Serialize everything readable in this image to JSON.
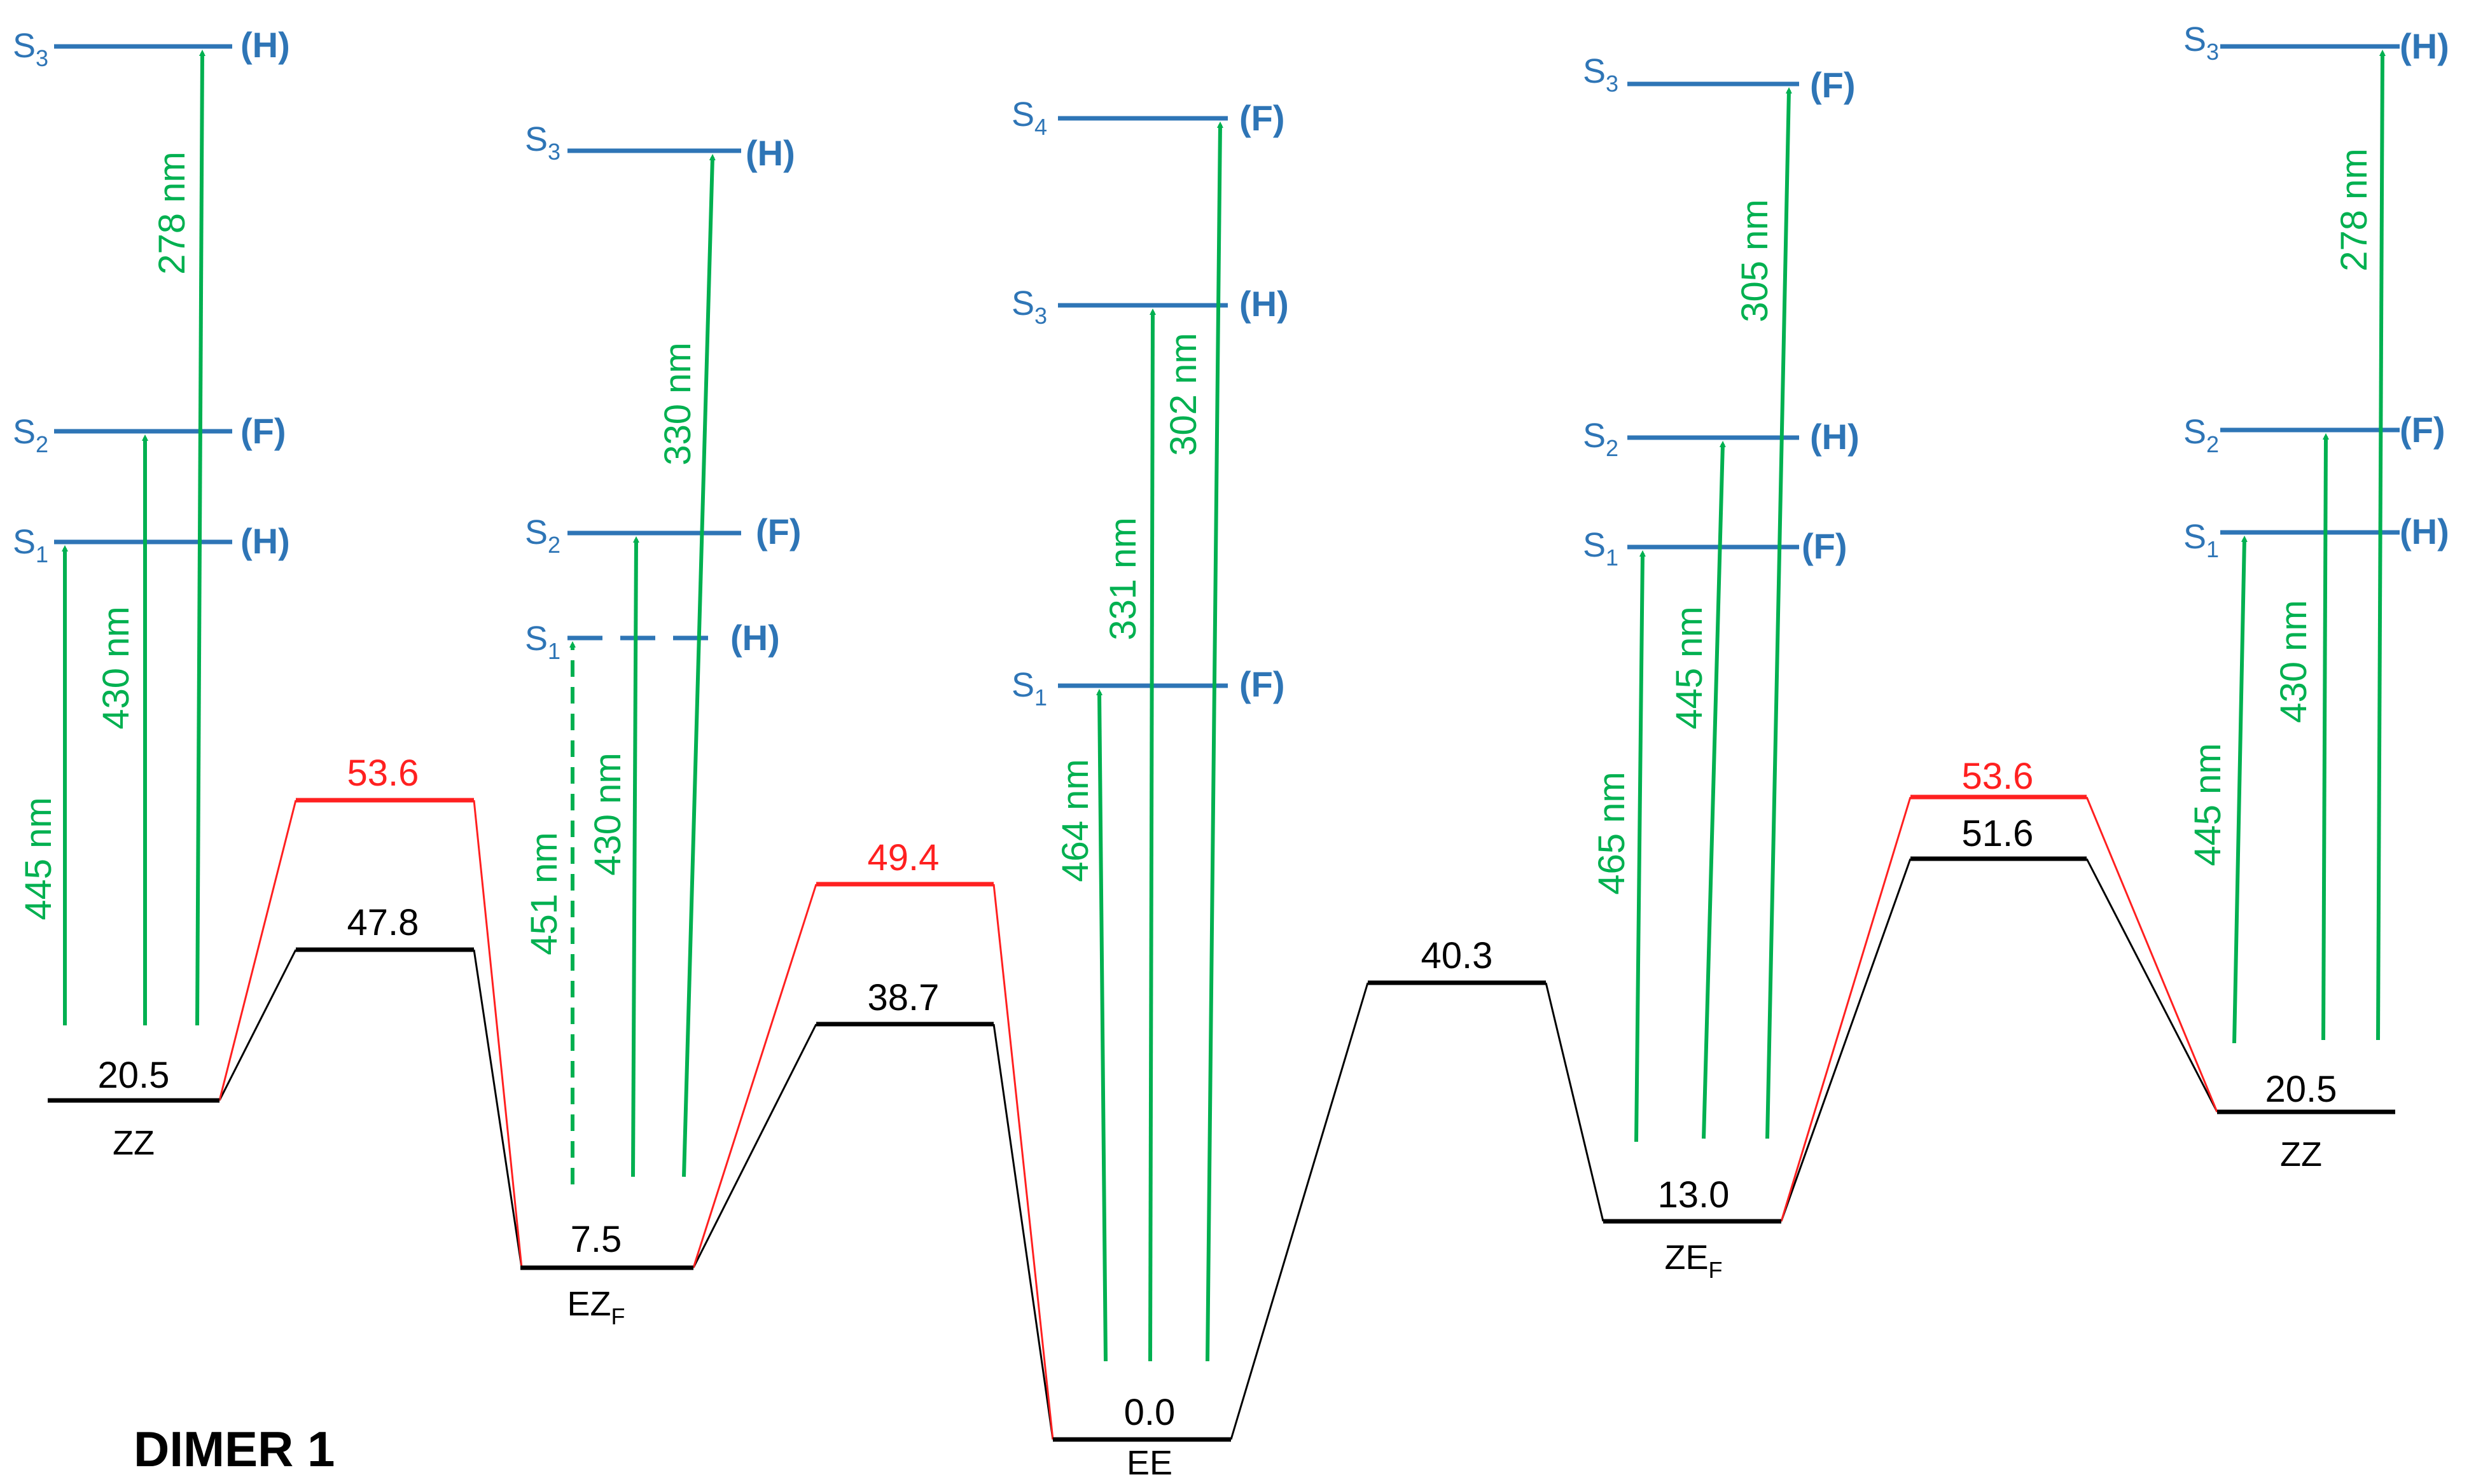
{
  "title": "DIMER 1",
  "colors": {
    "ground": "#000000",
    "ts_red": "#ff2020",
    "excited": "#2e75b6",
    "transition": "#00b050"
  },
  "minima": [
    {
      "id": "zz-left",
      "value": "20.5",
      "label": "ZZ",
      "sub": ""
    },
    {
      "id": "ezf",
      "value": "7.5",
      "label": "EZ",
      "sub": "F"
    },
    {
      "id": "ee",
      "value": "0.0",
      "label": "EE",
      "sub": ""
    },
    {
      "id": "zef",
      "value": "13.0",
      "label": "ZE",
      "sub": "F"
    },
    {
      "id": "zz-right",
      "value": "20.5",
      "label": "ZZ",
      "sub": ""
    }
  ],
  "transition_states": [
    {
      "id": "ts1",
      "red": "53.6",
      "black": "47.8"
    },
    {
      "id": "ts2",
      "red": "49.4",
      "black": "38.7"
    },
    {
      "id": "ts3",
      "red": "",
      "black": "40.3"
    },
    {
      "id": "ts4",
      "red": "53.6",
      "black": "51.6"
    }
  ],
  "excited_states": {
    "zz-left": [
      {
        "state": "S",
        "n": "1",
        "sym": "(H)",
        "nm": "445 nm"
      },
      {
        "state": "S",
        "n": "2",
        "sym": "(F)",
        "nm": "430 nm"
      },
      {
        "state": "S",
        "n": "3",
        "sym": "(H)",
        "nm": "278 nm"
      }
    ],
    "ezf": [
      {
        "state": "S",
        "n": "1",
        "sym": "(H)",
        "nm": "451 nm"
      },
      {
        "state": "S",
        "n": "2",
        "sym": "(F)",
        "nm": "430 nm"
      },
      {
        "state": "S",
        "n": "3",
        "sym": "(H)",
        "nm": "330 nm"
      }
    ],
    "ee": [
      {
        "state": "S",
        "n": "1",
        "sym": "(F)",
        "nm": "464 nm"
      },
      {
        "state": "S",
        "n": "3",
        "sym": "(H)",
        "nm": "331 nm"
      },
      {
        "state": "S",
        "n": "4",
        "sym": "(F)",
        "nm": "302 nm"
      }
    ],
    "zef": [
      {
        "state": "S",
        "n": "1",
        "sym": "(F)",
        "nm": "465 nm"
      },
      {
        "state": "S",
        "n": "2",
        "sym": "(H)",
        "nm": "445 nm"
      },
      {
        "state": "S",
        "n": "3",
        "sym": "(F)",
        "nm": "305 nm"
      }
    ],
    "zz-right": [
      {
        "state": "S",
        "n": "1",
        "sym": "(H)",
        "nm": "445 nm"
      },
      {
        "state": "S",
        "n": "2",
        "sym": "(F)",
        "nm": "430 nm"
      },
      {
        "state": "S",
        "n": "3",
        "sym": "(H)",
        "nm": "278 nm"
      }
    ]
  }
}
